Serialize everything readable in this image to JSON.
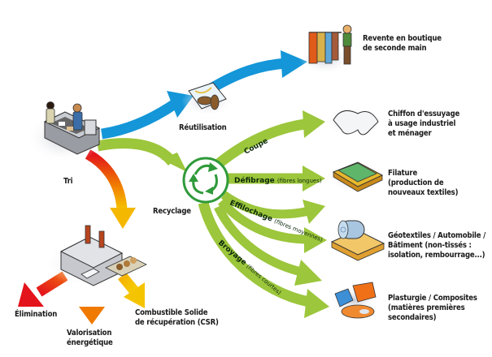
{
  "colors": {
    "reuse_blue": "#1496d8",
    "recycle_green": "#9cc63b",
    "recycle_dark_green": "#2f9a3a",
    "waste_red": "#e3141b",
    "waste_orange": "#f08a00",
    "waste_yellow": "#f5c400"
  },
  "sources": {
    "tri": "Tri"
  },
  "stages": {
    "reutilisation": "Réutilisation",
    "recyclage": "Recyclage"
  },
  "arrow_labels": {
    "coupe": "Coupe",
    "defibrage": "Défibrage",
    "defibrage_sub": "(fibres longues)",
    "effilochage": "Effilochage",
    "effilochage_sub": "(fibres moyennes)",
    "broyage": "Broyage",
    "broyage_sub": "(fibres courtes)"
  },
  "outcomes": {
    "revente": [
      "Revente en boutique",
      "de seconde main"
    ],
    "chiffon": [
      "Chiffon d'essuyage",
      "à usage industriel",
      "et ménager"
    ],
    "filature": [
      "Filature",
      "(production de",
      "nouveaux textiles)"
    ],
    "geotextiles": [
      "Géotextiles / Automobile /",
      "Bâtiment (non-tissés :",
      "isolation, rembourrage...)"
    ],
    "plasturgie": [
      "Plasturgie / Composites",
      "(matières premières",
      "secondaires)"
    ]
  },
  "waste": {
    "elimination": "Élimination",
    "valorisation": [
      "Valorisation",
      "énergétique"
    ],
    "csr": [
      "Combustible Solide",
      "de récupération (CSR)"
    ]
  }
}
